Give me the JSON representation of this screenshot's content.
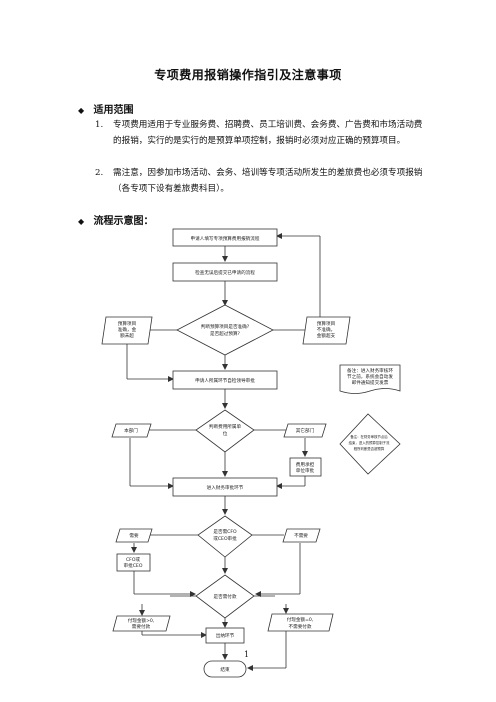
{
  "document": {
    "title": "专项费用报销操作指引及注意事项",
    "section1": {
      "bullet": "◆",
      "heading": "适用范围",
      "items": [
        {
          "num": "1.",
          "text": "专项费用适用于专业服务费、招聘费、员工培训费、会务费、广告费和市场活动费的报销，实行的是实行的是预算单项控制，报销时必须对应正确的预算项目。"
        },
        {
          "num": "2.",
          "text": "需注意，因参加市场活动、会务、培训等专项活动所发生的差旅费也必须专项报销（各专项下设有差旅费科目）。"
        }
      ]
    },
    "section2": {
      "bullet": "◆",
      "heading": "流程示意图："
    },
    "page_number": "1"
  },
  "flowchart": {
    "start": "申请人填写专项预算费用报销流程",
    "check": "检查无误后提交已申请的流程",
    "decision_budget": [
      "判断预算项目是否准确?",
      "是否超过预算?"
    ],
    "left_ok": [
      "预算项目",
      "准确，金",
      "额未超"
    ],
    "right_bad": [
      "预算项目",
      "不准确，",
      "金额超支"
    ],
    "dept_approval": "申请人所属环节自检领导审批",
    "note1": [
      "备注：进入财务审核环",
      "节之前，系统会自动发",
      "邮件通知提交发票"
    ],
    "decision_dept": [
      "判断费用所属单",
      "位"
    ],
    "this_dept": "本部门",
    "other_dept": "其它部门",
    "cost_approval": [
      "费用承担",
      "单位审批"
    ],
    "note2": [
      "备注：在财务审核节点后",
      "结束，进入的预算控制子流",
      "程所判断是否超预算"
    ],
    "finance": "进入财务审批环节",
    "decision_cfo": [
      "是否需CFO",
      "或CEO审批"
    ],
    "need": "需要",
    "no_need": "不需要",
    "cfo_box": [
      "CFO或",
      "审批CEO"
    ],
    "decision_pay": "是否需付款",
    "pay_left": [
      "付现金额>0,",
      "需要付款"
    ],
    "pay_right": [
      "付现金额=0,",
      "不需要付款"
    ],
    "cashier": "出纳环节",
    "end": "结束"
  }
}
